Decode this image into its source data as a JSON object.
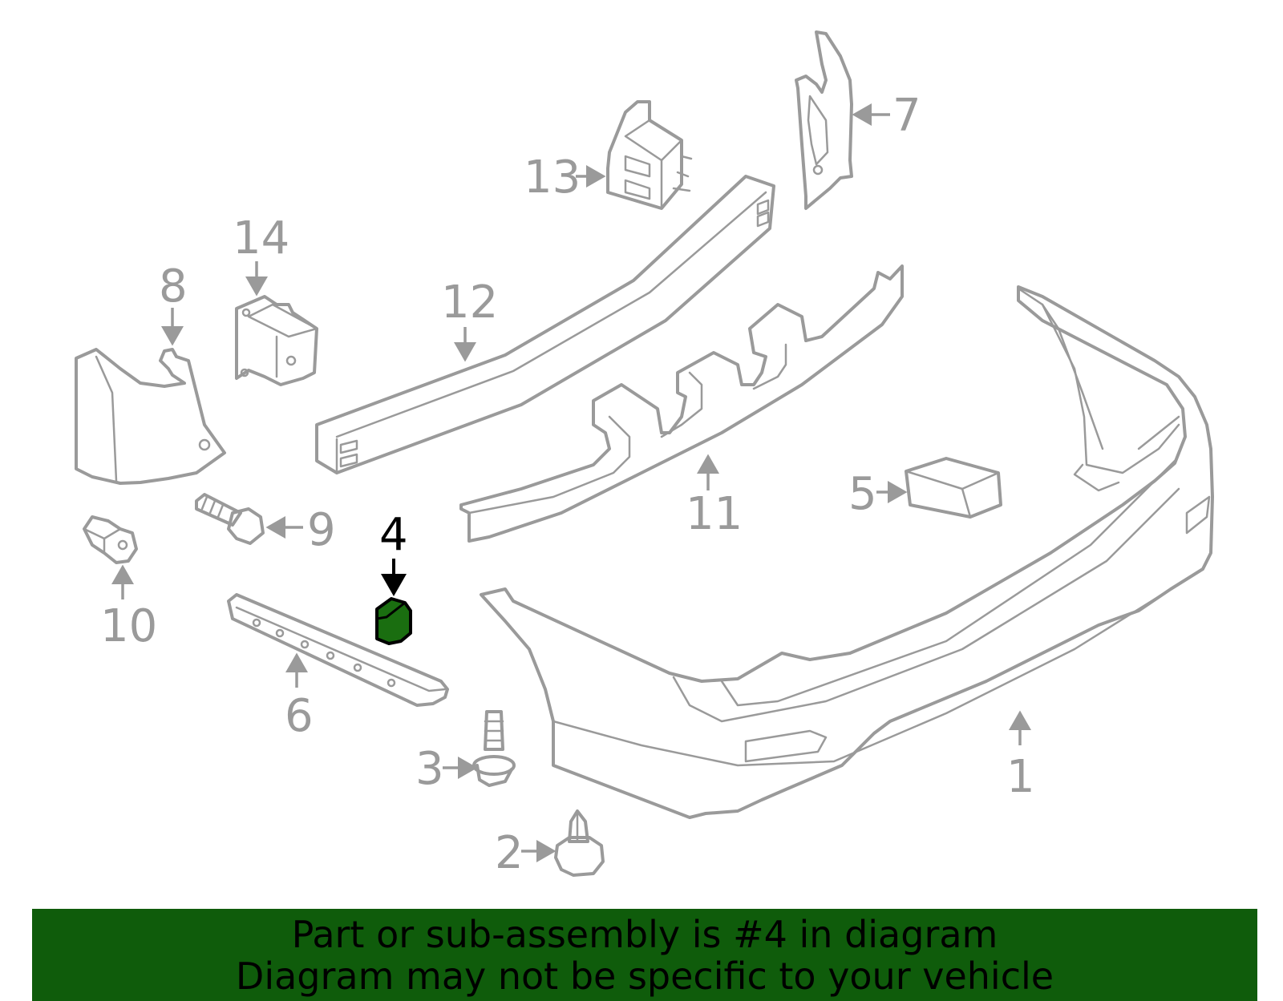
{
  "diagram": {
    "highlight_part": "4",
    "highlight_color": "#1a6e10",
    "line_color": "#9a9a9a",
    "callouts": {
      "c1": "1",
      "c2": "2",
      "c3": "3",
      "c4": "4",
      "c5": "5",
      "c6": "6",
      "c7": "7",
      "c8": "8",
      "c9": "9",
      "c10": "10",
      "c11": "11",
      "c12": "12",
      "c13": "13",
      "c14": "14"
    }
  },
  "banner": {
    "background": "#0f5c0b",
    "line1": "Part or sub-assembly is #4 in diagram",
    "line2": "Diagram may not be specific to your vehicle"
  }
}
